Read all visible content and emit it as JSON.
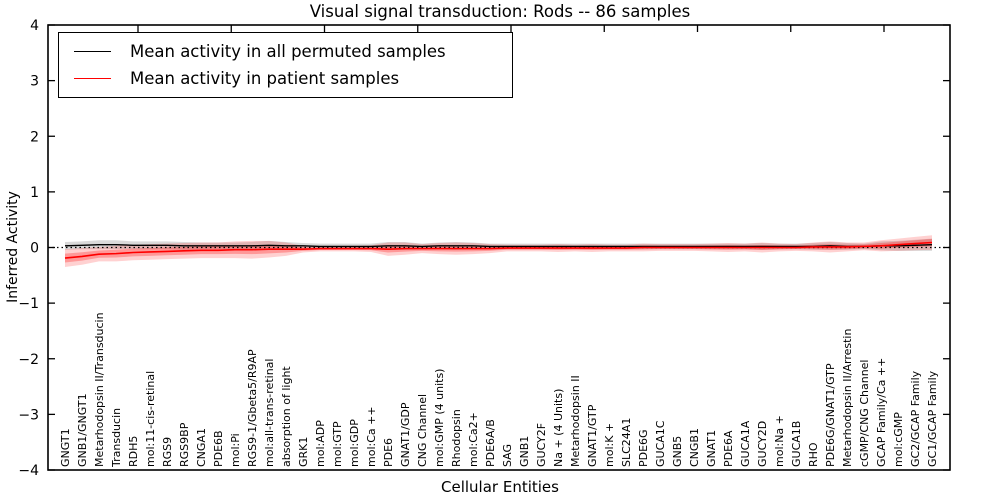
{
  "chart_data": {
    "type": "line",
    "title": "Visual signal transduction: Rods -- 86 samples",
    "xlabel": "Cellular Entities",
    "ylabel": "Inferred Activity",
    "ylim": [
      -4,
      4
    ],
    "yticks": [
      4,
      3,
      2,
      1,
      0,
      -1,
      -2,
      -3,
      -4
    ],
    "ytick_labels": [
      "4",
      "3",
      "2",
      "1",
      "0",
      "−1",
      "−2",
      "−3",
      "−4"
    ],
    "grid": false,
    "zero_line": {
      "y": 0,
      "style": "dotted",
      "color": "#000000"
    },
    "legend_position": "upper left",
    "categories": [
      "GNGT1",
      "GNB1/GNGT1",
      "Metarhodopsin II/Transducin",
      "Transducin",
      "RDH5",
      "mol:11-cis-retinal",
      "RGS9",
      "RGS9BP",
      "CNGA1",
      "PDE6B",
      "mol:Pi",
      "RGS9-1/Gbeta5/R9AP",
      "mol:all-trans-retinal",
      "absorption of light",
      "GRK1",
      "mol:ADP",
      "mol:GTP",
      "mol:GDP",
      "mol:Ca ++",
      "PDE6",
      "GNAT1/GDP",
      "CNG Channel",
      "mol:GMP (4 units)",
      "Rhodopsin",
      "mol:Ca2+",
      "PDE6A/B",
      "SAG",
      "GNB1",
      "GUCY2F",
      "Na + (4 Units)",
      "Metarhodopsin II",
      "GNAT1/GTP",
      "mol:K +",
      "SLC24A1",
      "PDE6G",
      "GUCA1C",
      "GNB5",
      "CNGB1",
      "GNAT1",
      "PDE6A",
      "GUCA1A",
      "GUCY2D",
      "mol:Na +",
      "GUCA1B",
      "RHO",
      "PDE6G/GNAT1/GTP",
      "Metarhodopsin II/Arrestin",
      "cGMP/CNG Channel",
      "GCAP Family/Ca ++",
      "mol:cGMP",
      "GC2/GCAP Family",
      "GC1/GCAP Family"
    ],
    "series": [
      {
        "name": "Mean activity in all permuted samples",
        "color": "#000000",
        "values": [
          0.03,
          0.04,
          0.05,
          0.05,
          0.04,
          0.04,
          0.04,
          0.03,
          0.03,
          0.03,
          0.03,
          0.03,
          0.04,
          0.03,
          0.03,
          0.02,
          0.02,
          0.02,
          0.02,
          0.03,
          0.03,
          0.02,
          0.03,
          0.03,
          0.03,
          0.02,
          0.02,
          0.02,
          0.02,
          0.02,
          0.02,
          0.02,
          0.02,
          0.02,
          0.02,
          0.02,
          0.02,
          0.02,
          0.02,
          0.02,
          0.02,
          0.02,
          0.02,
          0.02,
          0.02,
          0.03,
          0.02,
          0.02,
          0.03,
          0.03,
          0.04,
          0.05
        ],
        "band": [
          0.07,
          0.07,
          0.08,
          0.08,
          0.07,
          0.07,
          0.07,
          0.07,
          0.06,
          0.06,
          0.06,
          0.07,
          0.08,
          0.07,
          0.05,
          0.05,
          0.05,
          0.05,
          0.05,
          0.07,
          0.07,
          0.05,
          0.06,
          0.07,
          0.06,
          0.05,
          0.05,
          0.05,
          0.05,
          0.05,
          0.05,
          0.05,
          0.05,
          0.05,
          0.05,
          0.05,
          0.05,
          0.05,
          0.05,
          0.05,
          0.05,
          0.06,
          0.05,
          0.05,
          0.06,
          0.07,
          0.06,
          0.05,
          0.08,
          0.09,
          0.1,
          0.11
        ]
      },
      {
        "name": "Mean activity in patient samples",
        "color": "#ff0000",
        "values": [
          -0.19,
          -0.16,
          -0.12,
          -0.11,
          -0.09,
          -0.08,
          -0.07,
          -0.06,
          -0.05,
          -0.05,
          -0.04,
          -0.04,
          -0.03,
          -0.03,
          -0.03,
          -0.02,
          -0.02,
          -0.02,
          -0.02,
          -0.03,
          -0.02,
          -0.02,
          -0.02,
          -0.02,
          -0.02,
          -0.02,
          -0.01,
          -0.01,
          -0.01,
          -0.01,
          -0.01,
          -0.01,
          -0.01,
          -0.01,
          0.0,
          0.0,
          0.0,
          0.0,
          0.0,
          0.0,
          0.0,
          0.0,
          0.0,
          0.0,
          0.01,
          0.01,
          0.01,
          0.02,
          0.03,
          0.05,
          0.07,
          0.09
        ],
        "band": [
          0.16,
          0.15,
          0.13,
          0.14,
          0.14,
          0.14,
          0.14,
          0.14,
          0.14,
          0.14,
          0.15,
          0.16,
          0.15,
          0.12,
          0.06,
          0.05,
          0.05,
          0.05,
          0.06,
          0.12,
          0.11,
          0.08,
          0.1,
          0.11,
          0.1,
          0.08,
          0.06,
          0.06,
          0.06,
          0.07,
          0.06,
          0.07,
          0.06,
          0.06,
          0.07,
          0.06,
          0.06,
          0.06,
          0.07,
          0.08,
          0.07,
          0.09,
          0.07,
          0.06,
          0.08,
          0.1,
          0.08,
          0.07,
          0.1,
          0.11,
          0.12,
          0.13
        ]
      }
    ]
  }
}
